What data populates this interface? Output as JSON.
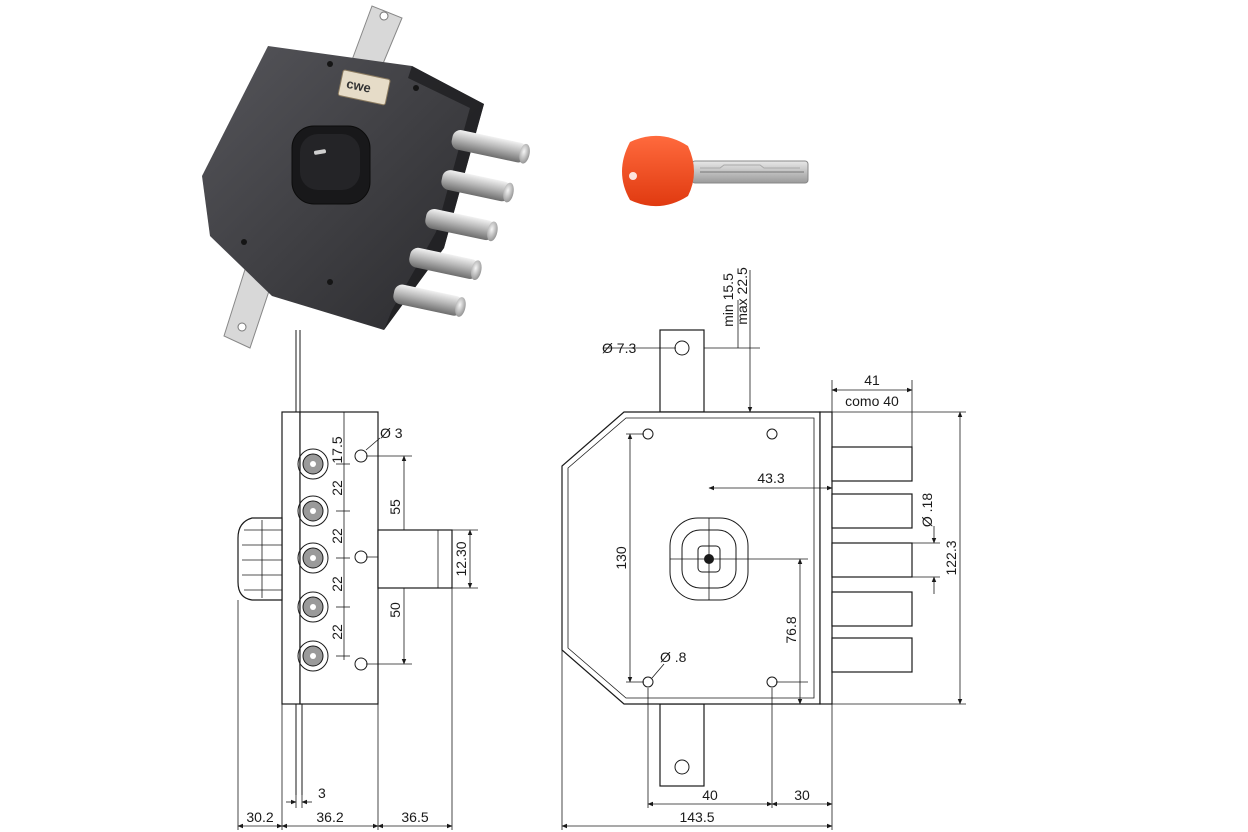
{
  "product": {
    "brand_plate": "cwe"
  },
  "side_view": {
    "dims": {
      "top_offset": "17.5",
      "hole_dia": "Ø 3",
      "pitch_1": "22",
      "pitch_2": "22",
      "pitch_3": "22",
      "pitch_4": "22",
      "upper_span": "55",
      "lower_span": "50",
      "latch_height": "12.30",
      "tail_thickness": "3",
      "width_a": "30.2",
      "width_b": "36.2",
      "width_c": "36.5"
    }
  },
  "front_view": {
    "dims": {
      "mount_hole": "Ø 7.3",
      "strike_range_a": "min 15.5",
      "strike_range_b": "max 22.5",
      "bolt_travel": "41",
      "bolt_travel_note": "como 40",
      "cylinder_offset": "43.3",
      "bolt_dia": "Ø .18",
      "height_inner": "130",
      "height_total": "122.3",
      "center_height": "76.8",
      "screw_hole": "Ø .8",
      "bottom_a": "40",
      "bottom_b": "30",
      "total_width": "143.5"
    }
  }
}
